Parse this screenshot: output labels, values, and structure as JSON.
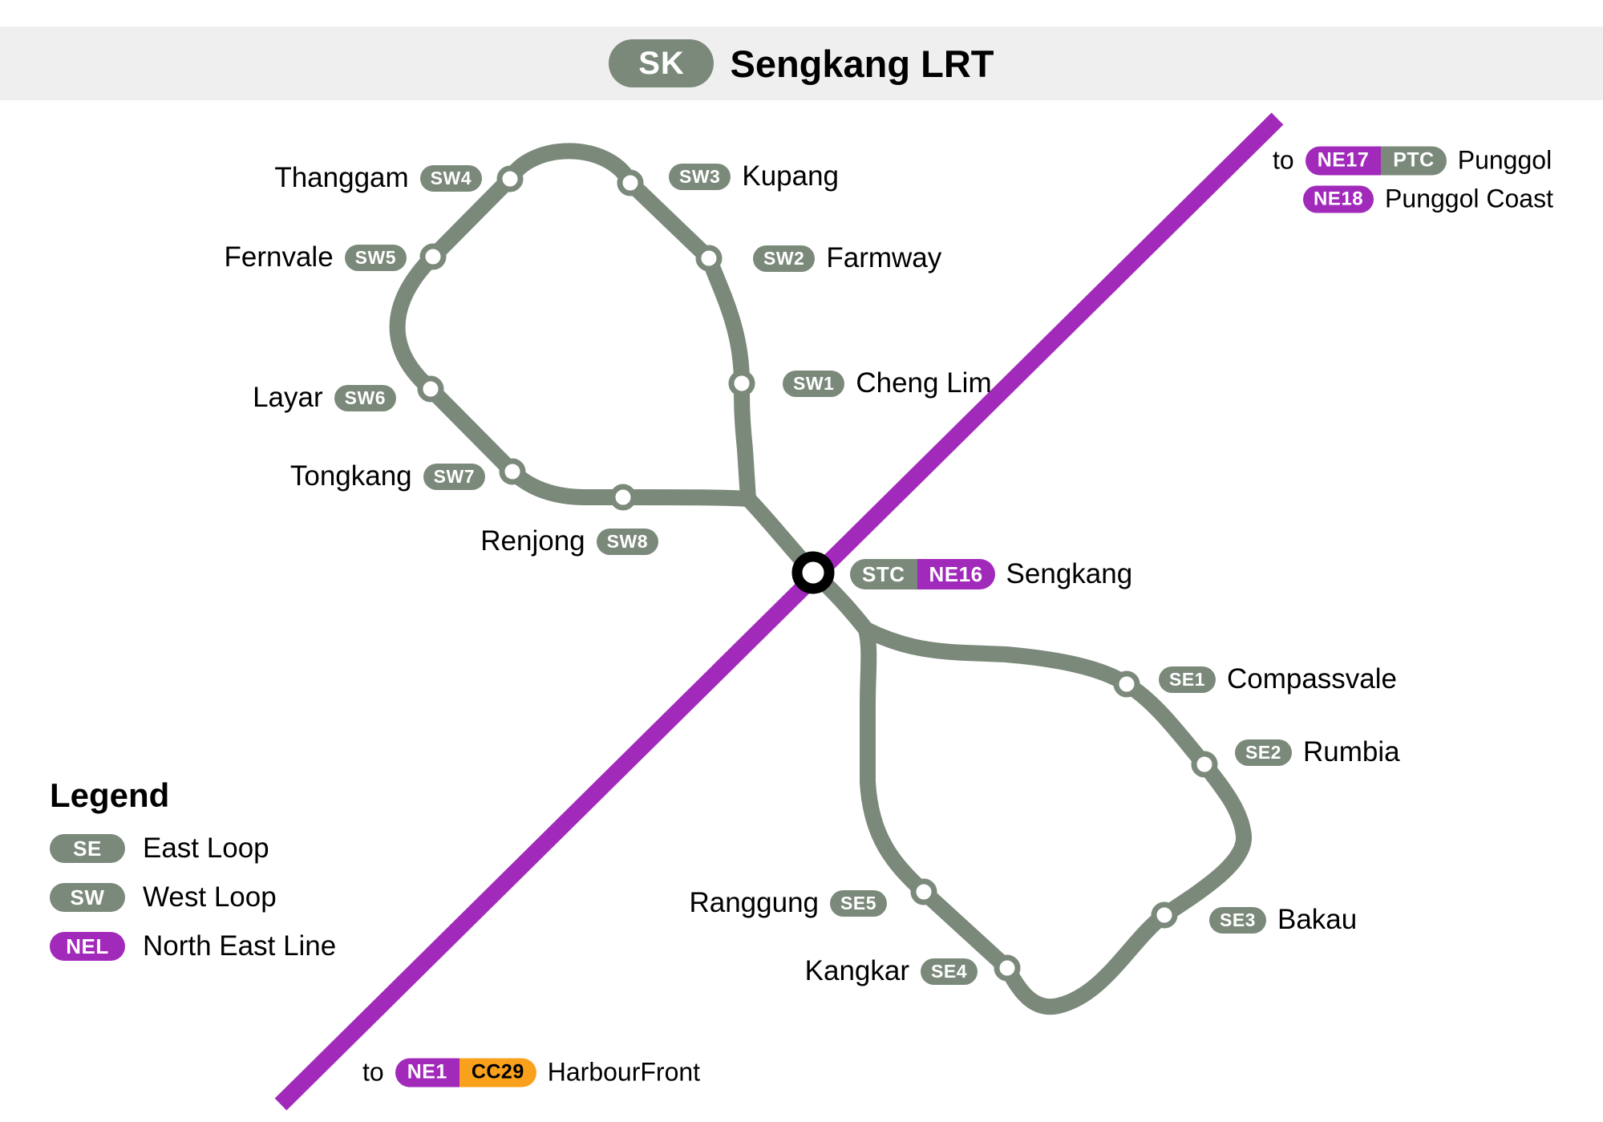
{
  "header": {
    "line_code": "SK",
    "title": "Sengkang LRT"
  },
  "legend": {
    "title": "Legend",
    "items": [
      {
        "code": "SE",
        "label": "East Loop"
      },
      {
        "code": "SW",
        "label": "West Loop"
      },
      {
        "code": "NEL",
        "label": "North East Line"
      }
    ]
  },
  "stations": {
    "west": [
      {
        "code": "SW1",
        "name": "Cheng Lim"
      },
      {
        "code": "SW2",
        "name": "Farmway"
      },
      {
        "code": "SW3",
        "name": "Kupang"
      },
      {
        "code": "SW4",
        "name": "Thanggam"
      },
      {
        "code": "SW5",
        "name": "Fernvale"
      },
      {
        "code": "SW6",
        "name": "Layar"
      },
      {
        "code": "SW7",
        "name": "Tongkang"
      },
      {
        "code": "SW8",
        "name": "Renjong"
      }
    ],
    "east": [
      {
        "code": "SE1",
        "name": "Compassvale"
      },
      {
        "code": "SE2",
        "name": "Rumbia"
      },
      {
        "code": "SE3",
        "name": "Bakau"
      },
      {
        "code": "SE4",
        "name": "Kangkar"
      },
      {
        "code": "SE5",
        "name": "Ranggung"
      }
    ],
    "interchange": {
      "lrt_code": "STC",
      "nel_code": "NE16",
      "name": "Sengkang"
    }
  },
  "termini": {
    "punggol": {
      "prefix": "to",
      "nel_code": "NE17",
      "lrt_code": "PTC",
      "name": "Punggol"
    },
    "punggol_coast": {
      "nel_code": "NE18",
      "name": "Punggol Coast"
    },
    "harbourfront": {
      "prefix": "to",
      "nel_code": "NE1",
      "ccl_code": "CC29",
      "name": "HarbourFront"
    }
  },
  "colors": {
    "loop_grey": "#7b897b",
    "nel_purple": "#a22abb",
    "ccl_orange": "#f9a11d",
    "header_bg": "#efefef"
  }
}
